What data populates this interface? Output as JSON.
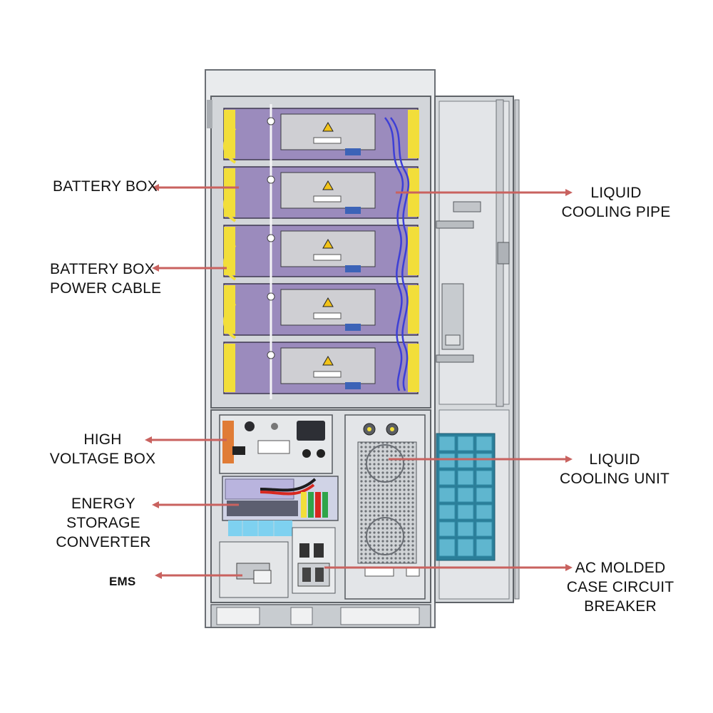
{
  "colors": {
    "arrow": "#c9625f",
    "cabinet_frame": "#6b6f75",
    "cabinet_fill": "#d9dcdf",
    "battery_module": "#9b8bbd",
    "battery_handle": "#f2de3a",
    "cooling_pipe": "#3d3fd6",
    "cooling_panel": "#4fa9c4",
    "cable_red": "#d8281f",
    "cable_green": "#2fa54a"
  },
  "labels": {
    "battery_box": [
      "BATTERY BOX"
    ],
    "battery_box_power_cable": [
      "BATTERY BOX",
      "POWER CABLE"
    ],
    "high_voltage_box": [
      "HIGH",
      "VOLTAGE BOX"
    ],
    "energy_storage_converter": [
      "ENERGY",
      "STORAGE",
      "CONVERTER"
    ],
    "ems": [
      "EMS"
    ],
    "liquid_cooling_pipe": [
      "LIQUID",
      "COOLING PIPE"
    ],
    "liquid_cooling_unit": [
      "LIQUID",
      "COOLING UNIT"
    ],
    "ac_molded_case_circuit_breaker": [
      "AC MOLDED",
      "CASE CIRCUIT",
      "BREAKER"
    ]
  },
  "icons": {
    "warning": "warning-triangle-icon",
    "fan": "fan-icon"
  }
}
